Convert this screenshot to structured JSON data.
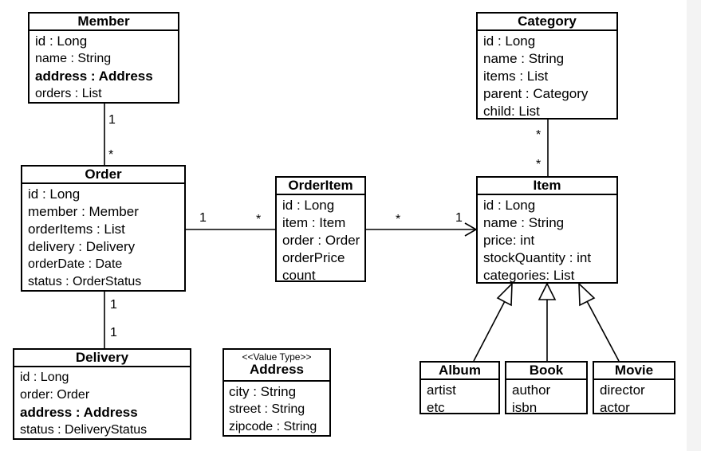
{
  "classes": {
    "member": {
      "name": "Member",
      "attrs": [
        "id : Long",
        "name : String",
        "address : Address",
        "orders : List"
      ]
    },
    "order": {
      "name": "Order",
      "attrs": [
        "id : Long",
        "member : Member",
        "orderItems : List",
        "delivery : Delivery",
        "orderDate : Date",
        "status : OrderStatus"
      ]
    },
    "delivery": {
      "name": "Delivery",
      "attrs": [
        "id : Long",
        "order: Order",
        "address : Address",
        "status : DeliveryStatus"
      ]
    },
    "address": {
      "stereotype": "<<Value Type>>",
      "name": "Address",
      "attrs": [
        "city : String",
        "street : String",
        "zipcode : String"
      ]
    },
    "orderitem": {
      "name": "OrderItem",
      "attrs": [
        "id : Long",
        "item : Item",
        "order : Order",
        "orderPrice",
        "count"
      ]
    },
    "category": {
      "name": "Category",
      "attrs": [
        "id : Long",
        "name : String",
        "items : List",
        "parent : Category",
        "child: List"
      ]
    },
    "item": {
      "name": "Item",
      "attrs": [
        "id : Long",
        "name : String",
        "price: int",
        "stockQuantity : int",
        "categories: List"
      ]
    },
    "album": {
      "name": "Album",
      "attrs": [
        "artist",
        "etc"
      ]
    },
    "book": {
      "name": "Book",
      "attrs": [
        "author",
        "isbn"
      ]
    },
    "movie": {
      "name": "Movie",
      "attrs": [
        "director",
        "actor"
      ]
    }
  },
  "multiplicities": {
    "member_end": "1",
    "order_member_end": "*",
    "order_delivery_end": "1",
    "delivery_end": "1",
    "order_orderitem_end": "1",
    "orderitem_order_end": "*",
    "orderitem_item_end": "*",
    "item_orderitem_end": "1",
    "category_item_end": "*",
    "item_category_end": "*"
  }
}
